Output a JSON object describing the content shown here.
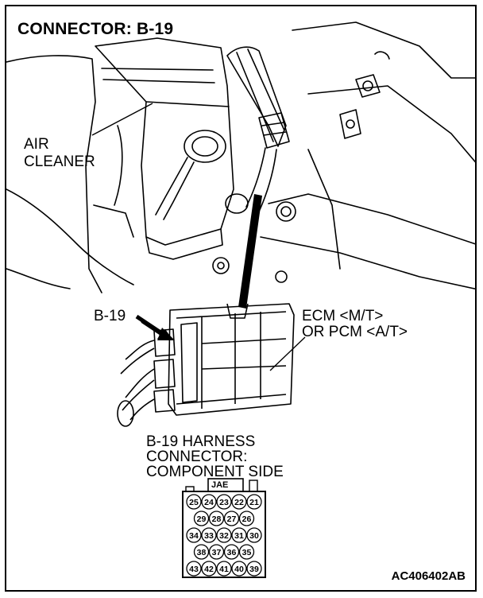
{
  "title": "CONNECTOR: B-19",
  "labels": {
    "air_cleaner_line1": "AIR",
    "air_cleaner_line2": "CLEANER",
    "connector_ref": "B-19",
    "ecm_line1": "ECM <M/T>",
    "ecm_line2": "OR PCM <A/T>"
  },
  "harness": {
    "line1": "B-19 HARNESS",
    "line2": "CONNECTOR:",
    "line3": "COMPONENT SIDE",
    "key_label": "JAE",
    "pin_rows": [
      [
        "25",
        "24",
        "23",
        "22",
        "21"
      ],
      [
        "29",
        "28",
        "27",
        "26"
      ],
      [
        "34",
        "33",
        "32",
        "31",
        "30"
      ],
      [
        "38",
        "37",
        "36",
        "35"
      ],
      [
        "43",
        "42",
        "41",
        "40",
        "39"
      ]
    ]
  },
  "figure_code": "AC406402AB"
}
